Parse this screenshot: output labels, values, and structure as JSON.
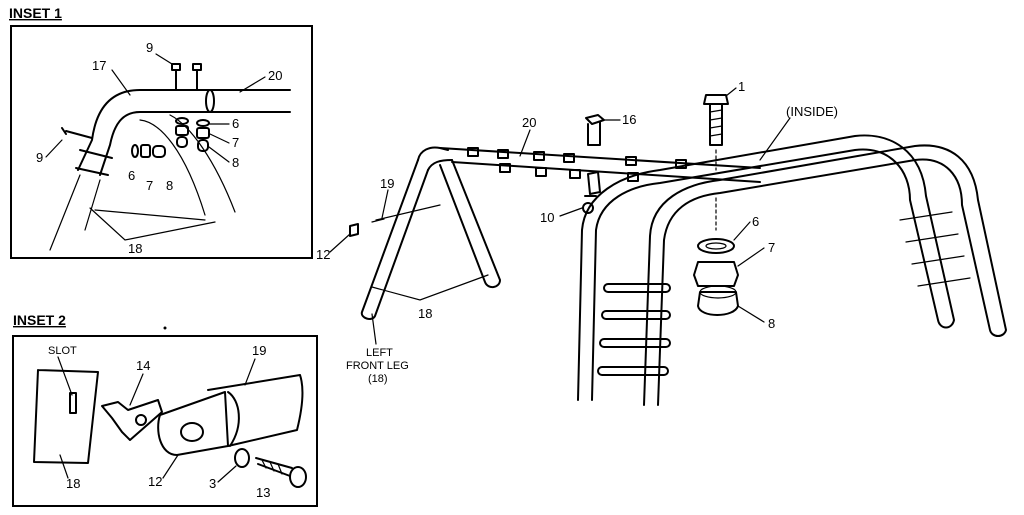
{
  "insets": {
    "inset1": {
      "title": "INSET 1",
      "labels": {
        "l9a": "9",
        "l17": "17",
        "l20": "20",
        "l6": "6",
        "l7": "7",
        "l8": "8",
        "l9b": "9",
        "l6b": "6",
        "l7b": "7",
        "l8b": "8",
        "l18": "18"
      }
    },
    "inset2": {
      "title": "INSET 2",
      "labels": {
        "slot": "SLOT",
        "l14": "14",
        "l19": "19",
        "l18": "18",
        "l12": "12",
        "l3": "3",
        "l13": "13"
      }
    }
  },
  "main": {
    "labels": {
      "l1": "1",
      "inside": "(INSIDE)",
      "l20": "20",
      "l16": "16",
      "l19": "19",
      "l10": "10",
      "l12": "12",
      "l18": "18",
      "l6": "6",
      "l7": "7",
      "l8": "8"
    },
    "front_leg_caption": [
      "LEFT",
      "FRONT LEG",
      "(18)"
    ]
  }
}
